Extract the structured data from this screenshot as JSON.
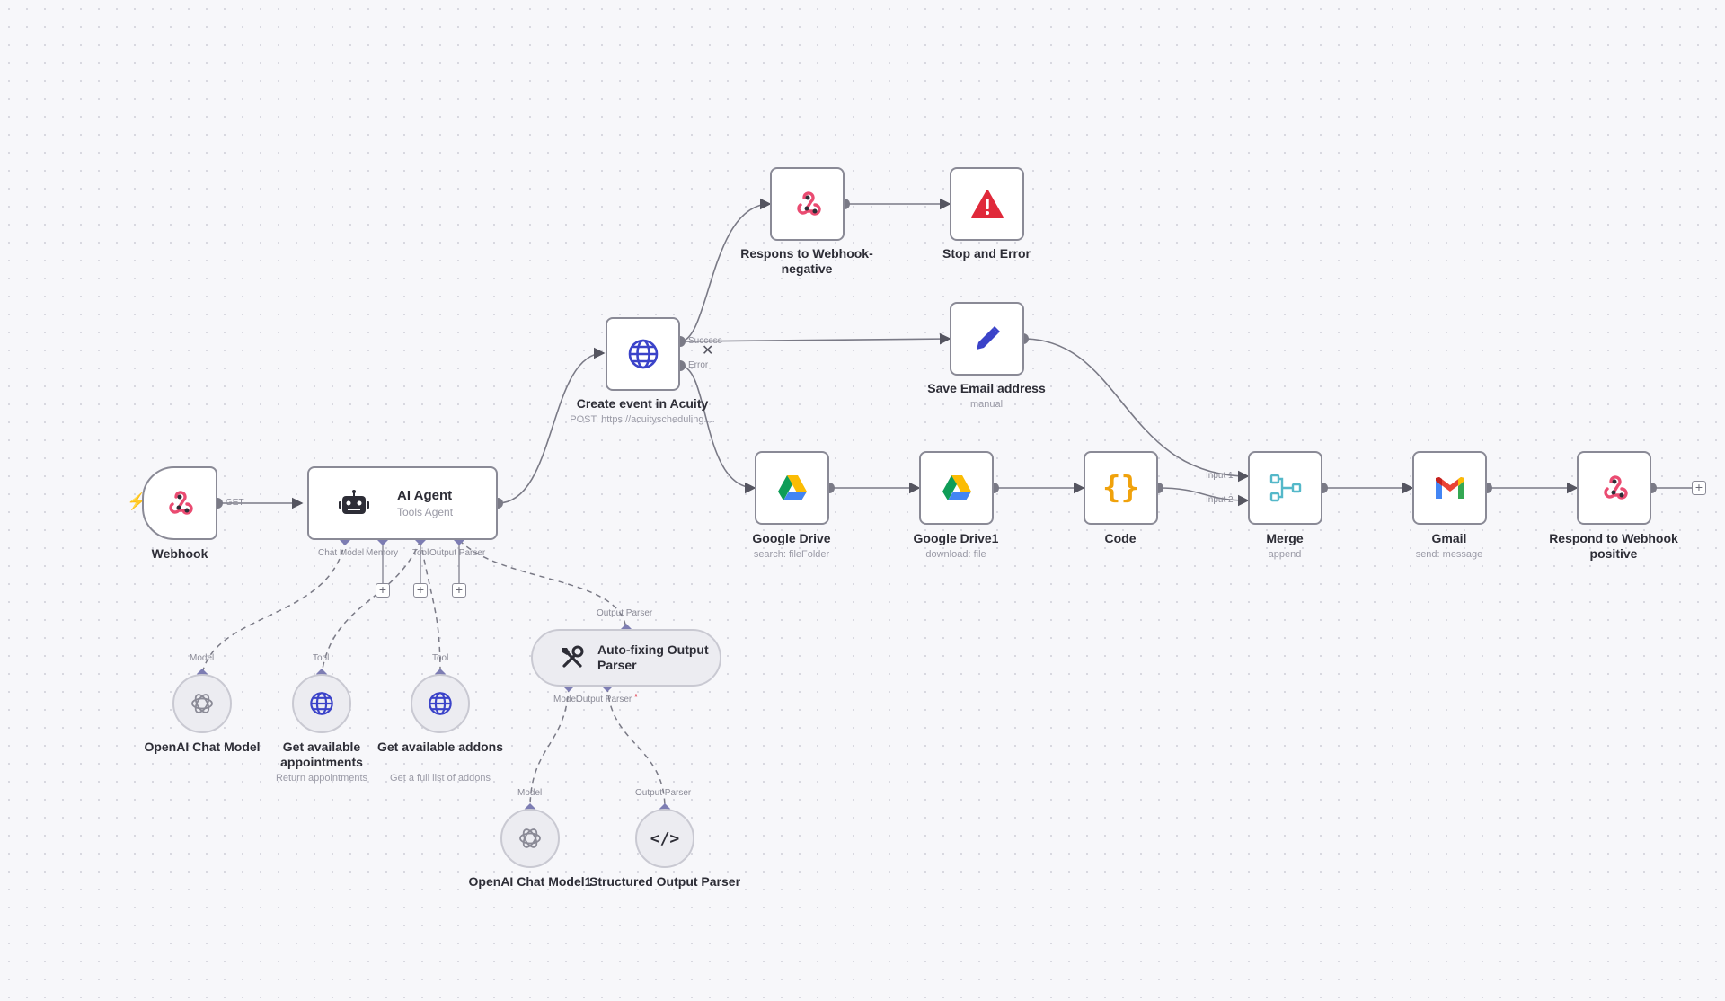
{
  "nodes": {
    "webhook": {
      "label": "Webhook",
      "method": "GET"
    },
    "ai_agent": {
      "label": "AI Agent",
      "sub": "Tools Agent",
      "ports": {
        "chat_model": "Chat Model",
        "memory": "Memory",
        "tool": "Tool",
        "output_parser": "Output Parser"
      }
    },
    "create_event": {
      "label": "Create event in Acuity",
      "sub": "POST: https://acuityscheduling....",
      "success": "Success",
      "error": "Error"
    },
    "respond_negative": {
      "label": "Respons to Webhook-negative"
    },
    "stop_error": {
      "label": "Stop and Error"
    },
    "save_email": {
      "label": "Save Email address",
      "sub": "manual"
    },
    "google_drive": {
      "label": "Google Drive",
      "sub": "search: fileFolder"
    },
    "google_drive1": {
      "label": "Google Drive1",
      "sub": "download: file"
    },
    "code": {
      "label": "Code"
    },
    "merge": {
      "label": "Merge",
      "sub": "append",
      "input1": "Input 1",
      "input2": "Input 2"
    },
    "gmail": {
      "label": "Gmail",
      "sub": "send: message"
    },
    "respond_positive": {
      "label": "Respond to Webhook positive"
    },
    "openai_chat": {
      "label": "OpenAI Chat Model",
      "port": "Model"
    },
    "get_appointments": {
      "label": "Get available appointments",
      "sub": "Return appointments",
      "port": "Tool"
    },
    "get_addons": {
      "label": "Get available addons",
      "sub": "Get a full list of addons",
      "port": "Tool"
    },
    "autofix": {
      "label": "Auto-fixing Output Parser",
      "port_in": "Output Parser",
      "port_model": "Model",
      "port_parser": "Output Parser",
      "required_mark": "*"
    },
    "openai_chat1": {
      "label": "OpenAI Chat Model1",
      "port": "Model"
    },
    "structured_parser": {
      "label": "Structured Output Parser",
      "port": "Output Parser"
    }
  },
  "colors": {
    "accent_red": "#ea4b71",
    "gdrive_blue": "#4285f4",
    "code_orange": "#f0a20c",
    "merge_teal": "#54b8c9",
    "edge": "#7a7a86",
    "diamond": "#7d7db3"
  }
}
